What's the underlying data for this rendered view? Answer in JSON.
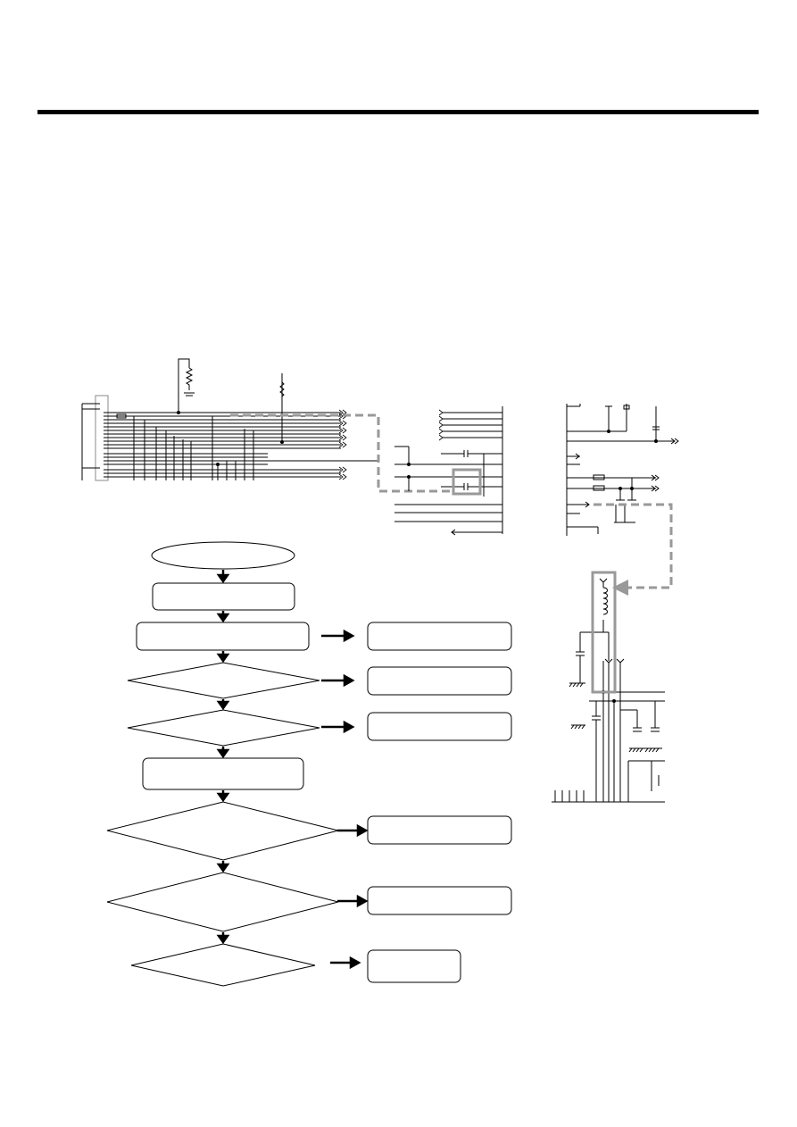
{
  "page": {
    "title": ""
  },
  "diagram": {
    "schematic_left": {
      "name": "connector-and-bus-schematic"
    },
    "schematic_middle": {
      "name": "filter-network-schematic"
    },
    "schematic_right": {
      "name": "power-supply-schematic"
    },
    "detail_inset": {
      "name": "inductor-detail-inset"
    },
    "flowchart": {
      "steps": [
        {
          "shape": "ellipse",
          "text": ""
        },
        {
          "shape": "process",
          "text": ""
        },
        {
          "shape": "process",
          "text": "",
          "branch": ""
        },
        {
          "shape": "decision",
          "text": "",
          "branch": ""
        },
        {
          "shape": "decision",
          "text": "",
          "branch": ""
        },
        {
          "shape": "process",
          "text": ""
        },
        {
          "shape": "decision",
          "text": "",
          "branch": ""
        },
        {
          "shape": "decision",
          "text": "",
          "branch": ""
        },
        {
          "shape": "decision",
          "text": "",
          "branch": ""
        }
      ]
    },
    "colors": {
      "ink": "#000000",
      "highlight": "#999999"
    }
  }
}
